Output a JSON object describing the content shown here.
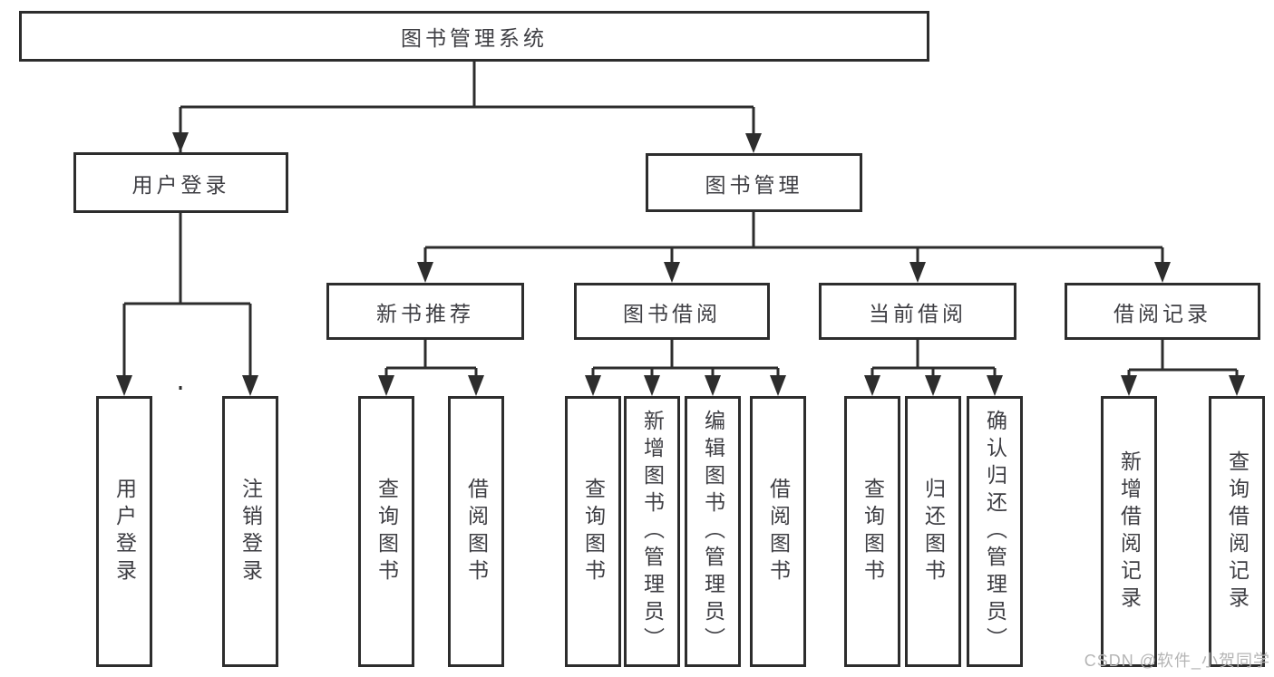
{
  "diagram": {
    "root": {
      "label": "图书管理系统"
    },
    "level2": [
      {
        "id": "user-login",
        "label": "用户登录"
      },
      {
        "id": "book-management",
        "label": "图书管理"
      }
    ],
    "level3": [
      {
        "id": "new-book-recommend",
        "label": "新书推荐",
        "parent": "图书管理"
      },
      {
        "id": "book-borrow",
        "label": "图书借阅",
        "parent": "图书管理"
      },
      {
        "id": "current-borrow",
        "label": "当前借阅",
        "parent": "图书管理"
      },
      {
        "id": "borrow-records",
        "label": "借阅记录",
        "parent": "图书管理"
      }
    ],
    "leaves": [
      {
        "id": "user-login-leaf",
        "label": "用户登录",
        "parent": "用户登录"
      },
      {
        "id": "logout",
        "label": "注销登录",
        "parent": "用户登录"
      },
      {
        "id": "query-books-recommend",
        "label": "查询图书",
        "parent": "新书推荐"
      },
      {
        "id": "borrow-books-recommend",
        "label": "借阅图书",
        "parent": "新书推荐"
      },
      {
        "id": "query-books-borrow",
        "label": "查询图书",
        "parent": "图书借阅"
      },
      {
        "id": "add-book-admin",
        "label": "新增图书（管理员）",
        "parent": "图书借阅"
      },
      {
        "id": "edit-book-admin",
        "label": "编辑图书（管理员）",
        "parent": "图书借阅"
      },
      {
        "id": "borrow-books-borrow",
        "label": "借阅图书",
        "parent": "图书借阅"
      },
      {
        "id": "query-books-current",
        "label": "查询图书",
        "parent": "当前借阅"
      },
      {
        "id": "return-book",
        "label": "归还图书",
        "parent": "当前借阅"
      },
      {
        "id": "confirm-return-admin",
        "label": "确认归还（管理员）",
        "parent": "当前借阅"
      },
      {
        "id": "add-borrow-record",
        "label": "新增借阅记录",
        "parent": "借阅记录"
      },
      {
        "id": "query-borrow-record",
        "label": "查询借阅记录",
        "parent": "借阅记录"
      }
    ],
    "colors": {
      "line": "#2d2d2d",
      "text": "#3e3e43",
      "box_background": "#ffffff"
    }
  },
  "watermark": {
    "text": "CSDN @软件_小贺同学",
    "color": "#b5b5b5"
  }
}
